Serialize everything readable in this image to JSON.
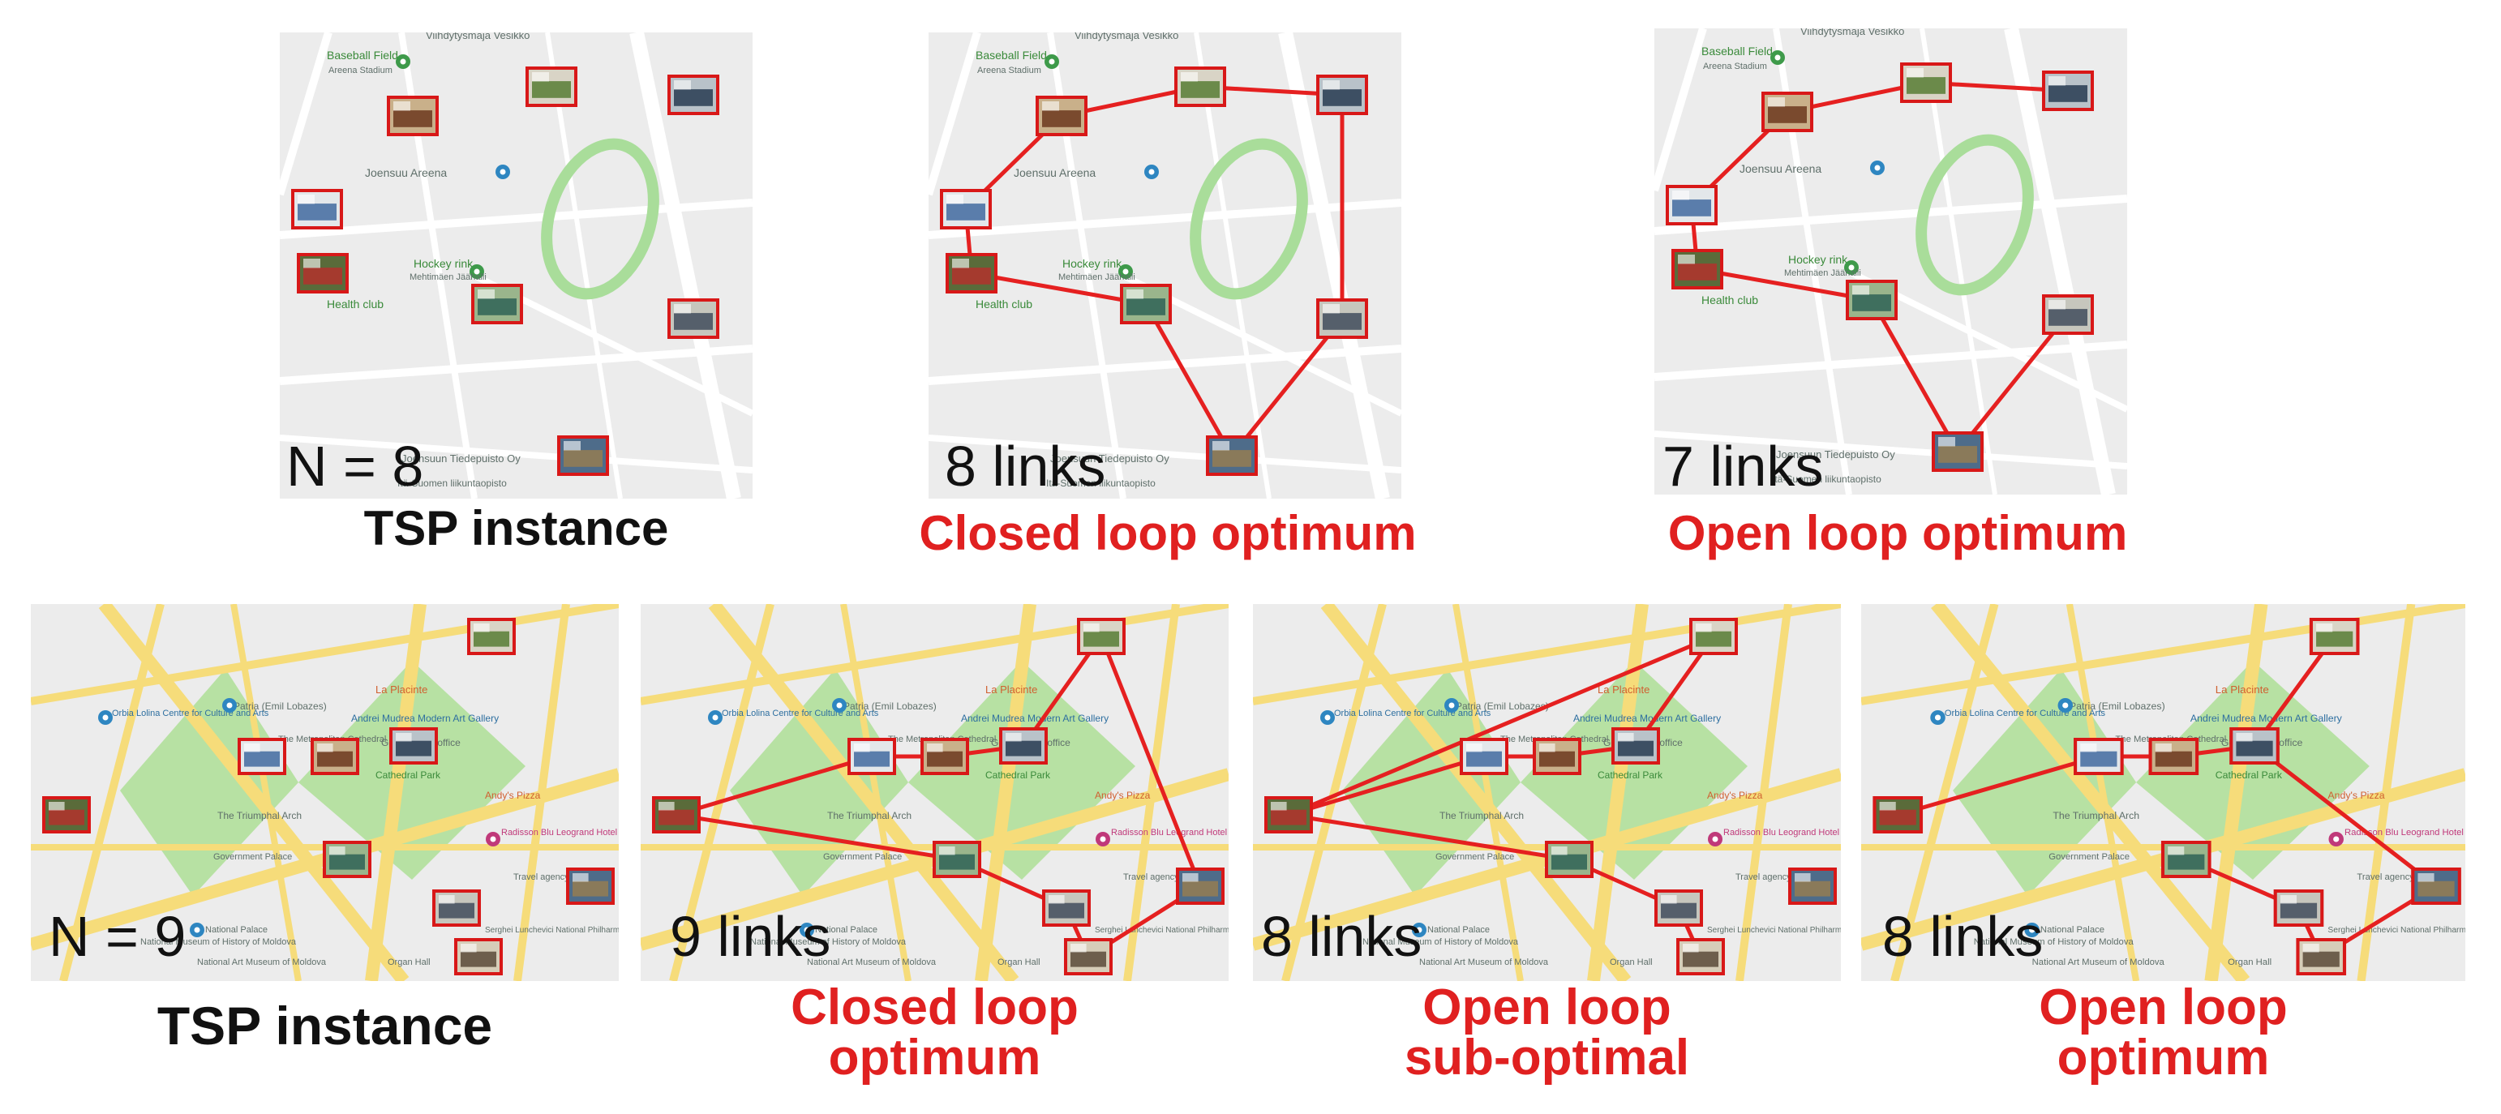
{
  "colors": {
    "route": "#e52020",
    "marker_border": "#d81818",
    "caption_red": "#e02020",
    "caption_black": "#111111",
    "map_bg": "#ececec",
    "road": "#ffffff",
    "road_yellow": "#f6dc7a",
    "park": "#b7e1a3",
    "track": "#a9dd9a"
  },
  "top_row": {
    "map_labels": [
      "Viihdytysmaja Vesikko",
      "Baseball Field",
      "Areena Stadium",
      "Joensuu Areena",
      "Hockey rink",
      "Mehtimäen Jäähalli",
      "Health club",
      "Joensuun Tiedepuisto Oy",
      "Itä-Suomen liikuntaopisto"
    ],
    "panels": [
      {
        "count_text": "N = 8",
        "caption": "TSP instance",
        "caption_color": "black"
      },
      {
        "count_text": "8 links",
        "caption": "Closed loop optimum",
        "caption_color": "red"
      },
      {
        "count_text": "7 links",
        "caption": "Open loop optimum",
        "caption_color": "red"
      }
    ]
  },
  "bottom_row": {
    "map_labels": [
      "La Placinte",
      "Orbia Lolina Centre for Culture and Arts",
      "Patria (Emil Lobazes)",
      "Andrei Mudrea Modern Art Gallery",
      "The Metropolitan Cathedral Nativity",
      "Government office",
      "Cathedral Park",
      "Andy's Pizza",
      "The Triumphal Arch",
      "Government Palace",
      "National Museum of History of Moldova",
      "National Palace",
      "Organ Hall",
      "National Art Museum of Moldova",
      "Serghei Lunchevici National Philharmonic",
      "Radisson Blu Leogrand Hotel Chisinau",
      "Travel agency"
    ],
    "panels": [
      {
        "count_text": "N = 9",
        "caption_lines": [
          "TSP instance"
        ],
        "caption_color": "black"
      },
      {
        "count_text": "9 links",
        "caption_lines": [
          "Closed loop",
          "optimum"
        ],
        "caption_color": "red"
      },
      {
        "count_text": "8 links",
        "caption_lines": [
          "Open loop",
          "sub-optimal"
        ],
        "caption_color": "red"
      },
      {
        "count_text": "8 links",
        "caption_lines": [
          "Open loop",
          "optimum"
        ],
        "caption_color": "red"
      }
    ]
  }
}
